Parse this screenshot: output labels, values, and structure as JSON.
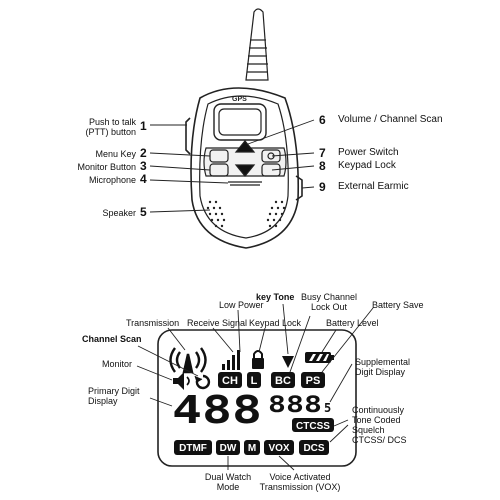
{
  "radio": {
    "brand_text": "GPS",
    "callouts": [
      {
        "num": "1",
        "label": "Push to talk\n(PTT) button"
      },
      {
        "num": "2",
        "label": "Menu Key"
      },
      {
        "num": "3",
        "label": "Monitor Button"
      },
      {
        "num": "4",
        "label": "Microphone"
      },
      {
        "num": "5",
        "label": "Speaker"
      },
      {
        "num": "6",
        "label": "Volume / Channel Scan"
      },
      {
        "num": "7",
        "label": "Power Switch"
      },
      {
        "num": "8",
        "label": "Keypad Lock"
      },
      {
        "num": "9",
        "label": "External Earmic"
      }
    ]
  },
  "lcd": {
    "labels": {
      "transmission": "Transmission",
      "receive_signal": "Receive Signal",
      "low_power": "Low Power",
      "keypad_lock": "Keypad Lock",
      "key_tone": "key Tone",
      "busy_channel": "Busy Channel\nLock Out",
      "battery_save": "Battery Save",
      "battery_level": "Battery Level",
      "channel_scan": "Channel Scan",
      "monitor": "Monitor",
      "primary_digit": "Primary Digit\nDisplay",
      "supplemental": "Supplemental\nDigit Display",
      "ctcss_label": "Continuously\nTone Coded\nSquelch\nCTCSS/ DCS",
      "dual_watch": "Dual Watch\nMode",
      "vox_label": "Voice Activated\nTransmission (VOX)"
    },
    "segments": {
      "ch": "CH",
      "l": "L",
      "bc": "BC",
      "ps": "PS",
      "primary_digits": "488",
      "supp_digits": "888",
      "supp_suffix": "5",
      "ctcss": "CTCSS",
      "dtmf": "DTMF",
      "dw": "DW",
      "m": "M",
      "vox": "VOX",
      "dcs": "DCS"
    }
  }
}
